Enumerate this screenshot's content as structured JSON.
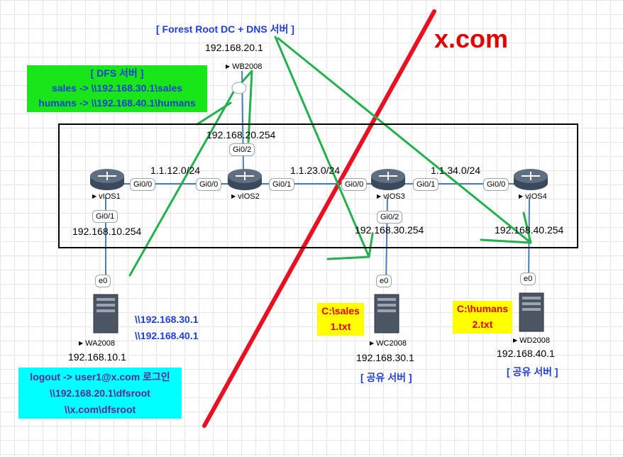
{
  "domain_title": "x.com",
  "dc": {
    "label": "[ Forest Root DC + DNS 서버 ]",
    "ip": "192.168.20.1",
    "name": "WB2008"
  },
  "dfs_box": {
    "title": "[ DFS 서버 ]",
    "line1": "sales -> \\\\192.168.30.1\\sales",
    "line2": "humans -> \\\\192.168.40.1\\humans",
    "color": "#19e619"
  },
  "routers": {
    "vios1": {
      "name": "vIOS1",
      "gi00": "Gi0/0",
      "gi01": "Gi0/1",
      "ip": "192.168.10.254"
    },
    "vios2": {
      "name": "vIOS2",
      "gi00": "Gi0/0",
      "gi01": "Gi0/1",
      "gi02": "Gi0/2",
      "ip": "192.168.20.254"
    },
    "vios3": {
      "name": "vIOS3",
      "gi00": "Gi0/0",
      "gi01": "Gi0/1",
      "gi02": "Gi0/2",
      "ip": "192.168.30.254"
    },
    "vios4": {
      "name": "vIOS4",
      "gi00": "Gi0/0",
      "ip": "192.168.40.254"
    }
  },
  "links": {
    "l12": "1.1.12.0/24",
    "l23": "1.1.23.0/24",
    "l34": "1.1.34.0/24"
  },
  "servers": {
    "wa": {
      "name": "WA2008",
      "ip": "192.168.10.1",
      "port": "e0",
      "paths": [
        "\\\\192.168.30.1",
        "\\\\192.168.40.1"
      ]
    },
    "wc": {
      "name": "WC2008",
      "ip": "192.168.30.1",
      "port": "e0",
      "label": "[ 공유 서버 ]",
      "note1": "C:\\sales",
      "note2": "1.txt"
    },
    "wd": {
      "name": "WD2008",
      "ip": "192.168.40.1",
      "port": "e0",
      "label": "[ 공유 서버 ]",
      "note1": "C:\\humans",
      "note2": "2.txt"
    }
  },
  "logout_box": {
    "line1": "logout -> user1@x.com 로그인",
    "line2": "\\\\192.168.20.1\\dfsroot",
    "line3": "\\\\x.com\\dfsroot",
    "color": "#00ffff"
  },
  "colors": {
    "annotation_green": "#22b14c",
    "boundary_red": "#e81123",
    "label_blue": "#1f3fd6"
  }
}
